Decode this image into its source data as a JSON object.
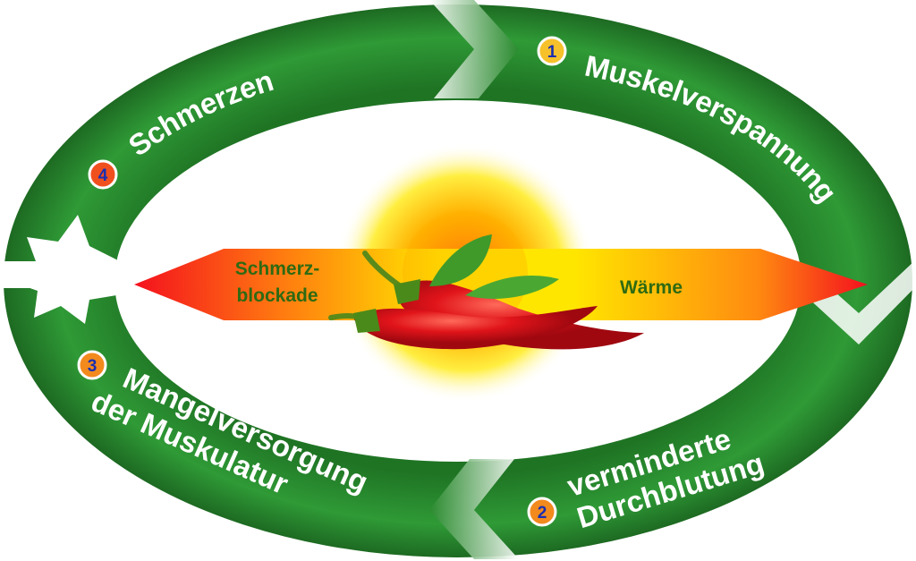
{
  "diagram": {
    "steps": [
      {
        "number": "1",
        "label": "Muskelverspannung",
        "badge_color": "#f6c12a"
      },
      {
        "number": "2",
        "label_line1": "verminderte",
        "label_line2": "Durchblutung",
        "badge_color": "#f28a1e"
      },
      {
        "number": "3",
        "label_line1": "Mangelversorgung",
        "label_line2": "der Muskulatur",
        "badge_color": "#f28a1e"
      },
      {
        "number": "4",
        "label": "Schmerzen",
        "badge_color": "#f0501e"
      }
    ],
    "arrow": {
      "left_label_line1": "Schmerz-",
      "left_label_line2": "blockade",
      "right_label": "Wärme"
    },
    "colors": {
      "ring": "#2a8a2e",
      "ring_dark": "#1d6e22",
      "arrow_red": "#f4101e",
      "arrow_yellow": "#ffe600",
      "label_green": "#2f6a12"
    }
  }
}
